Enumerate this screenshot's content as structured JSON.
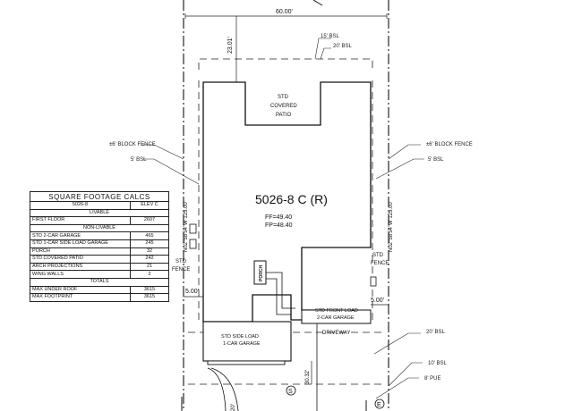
{
  "plan": {
    "model": "5026-8 C (R)",
    "ff": "FF=49.40",
    "fp": "FP=48.40",
    "dim_top": "60.00'",
    "dim_rear_setback": "23.01'",
    "dim_left_side": "5.00'",
    "dim_right_side": "5.00'",
    "dim_front_setback": "30.32'",
    "bearing_left": "N02°58'54\"W 125.00'",
    "bearing_right": "N02°58'54\"W 125.00'",
    "callouts": {
      "bl_15": "15' BSL",
      "bl_20": "20' BSL",
      "fence_left": "±6' BLOCK FENCE",
      "bsl5_left": "5' BSL",
      "fence_right": "±6' BLOCK FENCE",
      "bsl5_right": "5' BSL",
      "bl_20_front": "20' BSL",
      "bl_10_front": "10' BSL",
      "pue": "8' PUE"
    },
    "labels": {
      "patio": [
        "STD",
        "COVERED",
        "PATIO"
      ],
      "fence_left": [
        "STD",
        "FENCE"
      ],
      "fence_right": [
        "STD",
        "FENCE"
      ],
      "porch": "PORCH",
      "side_garage": [
        "STD SIDE LOAD",
        "1-CAR GARAGE"
      ],
      "front_garage": [
        "STD FRONT LOAD",
        "2-CAR GARAGE"
      ],
      "driveway": "DRIVEWAY",
      "sewer_symbol": "S",
      "electric_symbol": "E",
      "dim_bottom_partial": "20'"
    }
  },
  "sqft": {
    "title": "SQUARE FOOTAGE CALCS",
    "plan": "5026-8",
    "elev": "ELEV C",
    "livable_header": "LIVABLE",
    "livable": [
      {
        "label": "FIRST FLOOR",
        "value": "2607"
      }
    ],
    "nonlivable_header": "NON-LIVABLE",
    "nonlivable": [
      {
        "label": "STD 2-CAR GARAGE",
        "value": "465"
      },
      {
        "label": "STD 1-CAR SIDE LOAD GARAGE",
        "value": "245"
      },
      {
        "label": "PORCH",
        "value": "32"
      },
      {
        "label": "STD COVERED PATIO",
        "value": "242"
      },
      {
        "label": "ARCH PROJECTIONS",
        "value": "21"
      },
      {
        "label": "WING WALLS",
        "value": "2"
      }
    ],
    "totals_header": "TOTALS",
    "totals": [
      {
        "label": "MAX UNDER ROOF",
        "value": "3615"
      },
      {
        "label": "MAX FOOTPRINT",
        "value": "3615"
      }
    ]
  }
}
